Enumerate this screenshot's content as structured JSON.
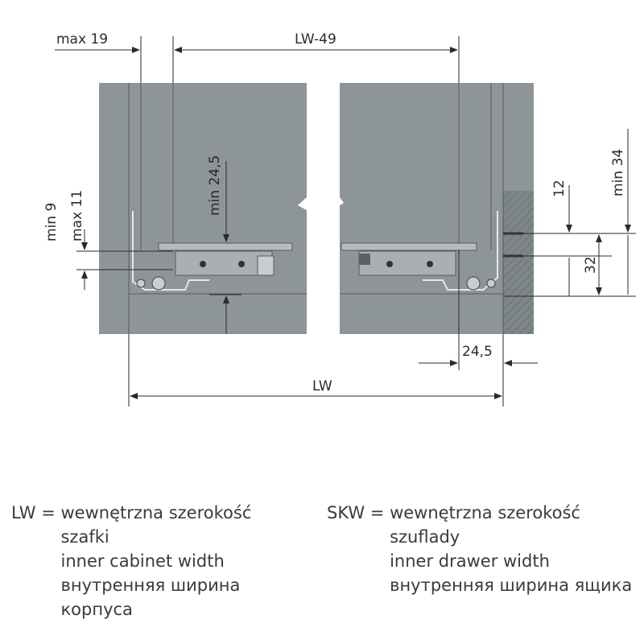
{
  "dimensions": {
    "max19": "max 19",
    "lw_minus_49": "LW-49",
    "min_24_5": "min 24,5",
    "min_34": "min 34",
    "min_9": "min 9",
    "max_11": "max 11",
    "d12": "12",
    "d32": "32",
    "d24_5": "24,5",
    "lw": "LW"
  },
  "legend": {
    "lw": {
      "key": "LW = ",
      "lines": [
        "wewnętrzna szerokość",
        "szafki",
        "inner cabinet width",
        "внутренняя ширина",
        "корпуса"
      ]
    },
    "skw": {
      "key": "SKW = ",
      "lines": [
        "wewnętrzna szerokość",
        "szuflady",
        "inner drawer width",
        "внутренняя ширина ящика"
      ]
    }
  },
  "colors": {
    "panel": "#8e9598",
    "panel_dark": "#7b8285",
    "line": "#2a2a2a",
    "slide": "#a9afb2",
    "bracket": "#c9cdd0"
  }
}
